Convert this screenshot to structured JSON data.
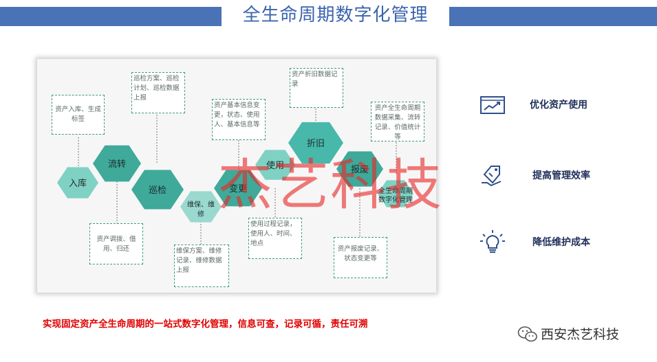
{
  "header": {
    "title": "全生命周期数字化管理"
  },
  "diagram": {
    "hexagons": [
      {
        "id": "ruku",
        "label": "入库",
        "color": "#7fd1c4"
      },
      {
        "id": "liuzhuan",
        "label": "流转",
        "color": "#3fa99a"
      },
      {
        "id": "xunjian",
        "label": "巡检",
        "color": "#3fa99a"
      },
      {
        "id": "weibao",
        "label": "维保、维修",
        "color": "#9ad9cf"
      },
      {
        "id": "biangeng",
        "label": "变更",
        "color": "#3fa99a"
      },
      {
        "id": "shiyong",
        "label": "使用",
        "color": "#7fd1c4"
      },
      {
        "id": "zhejiu",
        "label": "折旧",
        "color": "#47b8aa"
      },
      {
        "id": "baofei",
        "label": "报废",
        "color": "#3fa99a"
      },
      {
        "id": "quanzhouqi",
        "label": "全生命周期数字化管理",
        "color": "#7fd1c4"
      }
    ],
    "boxes": [
      {
        "id": "ruku_box",
        "text": "资产入库、生成标签"
      },
      {
        "id": "liuzhuan_box",
        "text": "资产调拨、借用、归还"
      },
      {
        "id": "xunjian_box",
        "text": "巡检方案、巡检计划、巡检数据上报"
      },
      {
        "id": "weibao_box",
        "text": "维保方案、维修记录、维修数据上报"
      },
      {
        "id": "biangeng_box",
        "text": "资产基本信息变更，状态、使用人、基本信息等"
      },
      {
        "id": "shiyong_box",
        "text": "使用过程记录，使用人、时间、地点"
      },
      {
        "id": "zhejiu_box",
        "text": "资产折旧数据记录"
      },
      {
        "id": "baofei_box",
        "text": "资产报废记录、状态变更等"
      },
      {
        "id": "quanzhouqi_box",
        "text": "资产全生命周期数据采集、流转记录、价值统计等"
      }
    ],
    "watermark": "杰艺科技"
  },
  "benefits": [
    {
      "label": "优化资产使用",
      "icon": "chart-growth-icon"
    },
    {
      "label": "提高管理效率",
      "icon": "tag-hand-icon"
    },
    {
      "label": "降低维护成本",
      "icon": "lightbulb-icon"
    }
  ],
  "caption": "实现固定资产全生命周期的一站式数字化管理，信息可查，记录可循，责任可溯",
  "brand": {
    "name": "西安杰艺科技",
    "icon": "wechat-icon"
  },
  "colors": {
    "header_bar": "#4a72b6",
    "title": "#3b64ad",
    "caption": "#e00000",
    "box_border": "#3d9a78",
    "icon": "#2f4f8a"
  }
}
